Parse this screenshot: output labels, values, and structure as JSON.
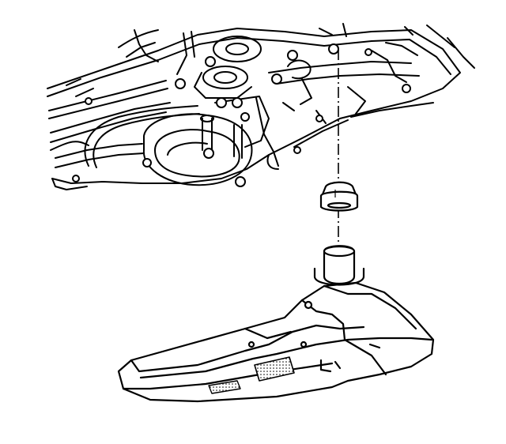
{
  "figure": {
    "subject": "line-drawing",
    "parts": [
      {
        "name": "transmission-case-underside",
        "icon": "case-outline"
      },
      {
        "name": "filter-seal",
        "icon": "seal-ring"
      },
      {
        "name": "transmission-filter",
        "icon": "filter-body"
      }
    ],
    "connector_style": "dash-dot",
    "colors": {
      "ink": "#000000",
      "paper": "#ffffff"
    }
  }
}
